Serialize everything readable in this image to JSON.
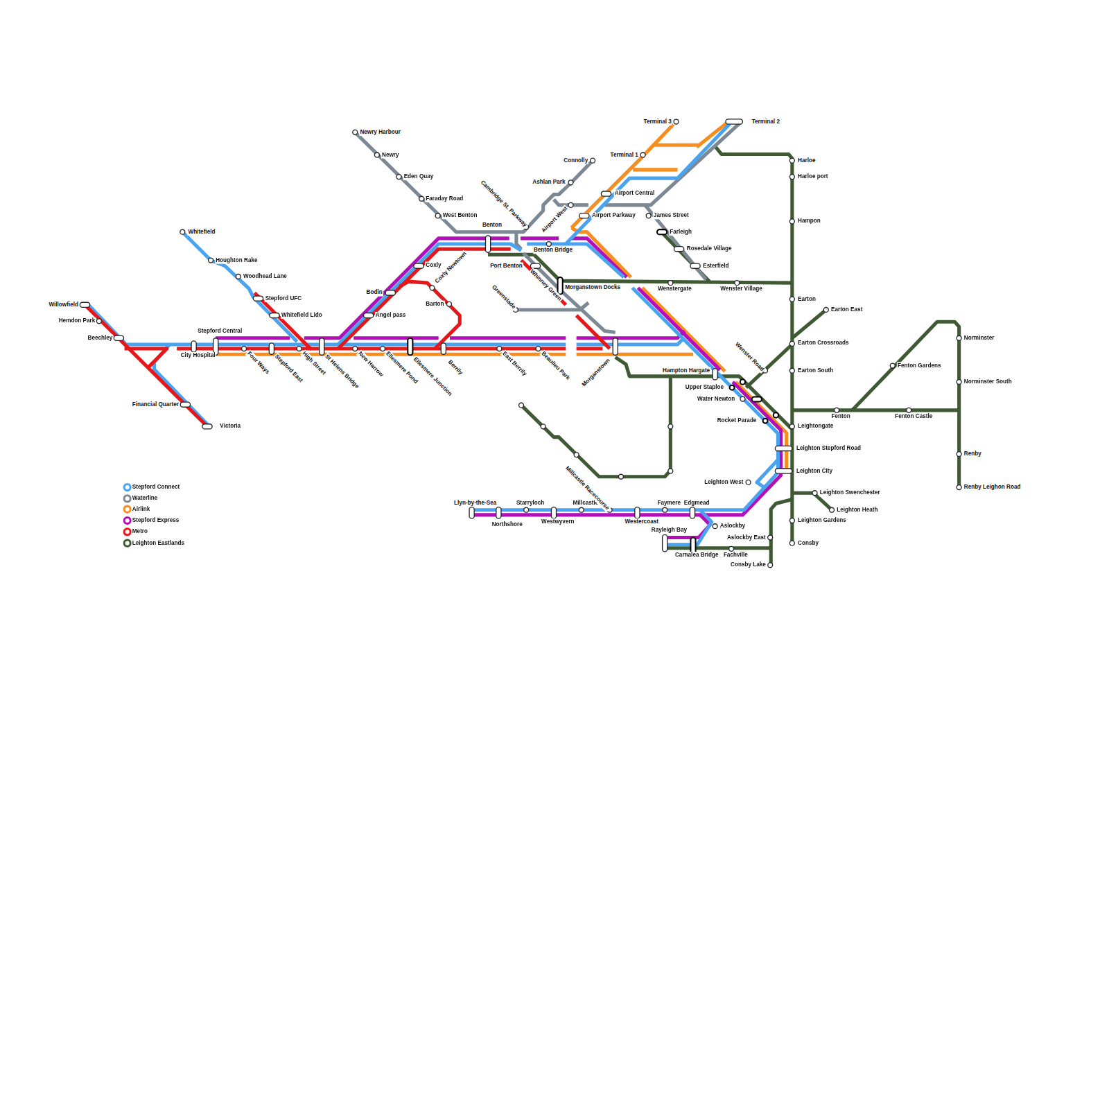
{
  "diagram": {
    "labels": [
      "Willowfield",
      "Hemdon Park",
      "Beechley",
      "Financial Quarter",
      "Victoria",
      "Stepford Central",
      "City Hospital",
      "Four Ways",
      "Stepford East",
      "High Street",
      "St Helens Bridge",
      "New Harrow",
      "Ellesmere Pond",
      "Ellesmere Junction",
      "Berrily",
      "East Berrily",
      "Beaulieu Park",
      "Morganstown",
      "Whitefield",
      "Houghton Rake",
      "Woodhead Lane",
      "Stepford UFC",
      "Whitefield Lido",
      "Benton",
      "Newry Harbour",
      "Newry",
      "Eden Quay",
      "Faraday Road",
      "West Benton",
      "Coxly",
      "Coxly Newtown",
      "Bodin",
      "Angel pass",
      "Barton",
      "Cambridge St. Parkway",
      "Ashlan Park",
      "Connolly",
      "Airport West",
      "Benton Bridge",
      "Port Benton",
      "Whinney Green",
      "Greenslade",
      "Morganstown Docks",
      "Terminal 3",
      "Terminal 2",
      "Terminal 1",
      "Airport Central",
      "Airport Parkway",
      "James Street",
      "Farleigh",
      "Rosedale Village",
      "Esterfield",
      "Wenstergate",
      "Wenster Village",
      "Harloe",
      "Harloe port",
      "Hampon",
      "Earton",
      "Earton East",
      "Earton Crossroads",
      "Earton South",
      "Wenster Road",
      "Hampton Hargate",
      "Upper Staploe",
      "Water Newton",
      "Rocket Parade",
      "Leightongate",
      "Leighton Stepford Road",
      "Leighton City",
      "Leighton West",
      "Leighton Swenchester",
      "Leighton Heath",
      "Leighton Gardens",
      "Consby",
      "Aslockby East",
      "Consby Lake",
      "Aslockby",
      "Fenton",
      "Fenton Castle",
      "Fenton Gardens",
      "Norminster",
      "Norminster South",
      "Renby",
      "Renby Leighon Road",
      "Llyn-by-the-Sea",
      "Northshore",
      "Starryloch",
      "Westwyvern",
      "Millcastle",
      "Millcastle Racecourse",
      "Westercoast",
      "Faymere",
      "Edgmead",
      "Rayleigh Bay",
      "Carnalea Bridge",
      "Fachville"
    ],
    "legend": [
      {
        "text": "Stepford Connect",
        "color": "#4aa3ef"
      },
      {
        "text": "Waterline",
        "color": "#7c8894"
      },
      {
        "text": "Airlink",
        "color": "#f78d1e"
      },
      {
        "text": "Stepford Express",
        "color": "#b30fb8"
      },
      {
        "text": "Metro",
        "color": "#e4171b"
      },
      {
        "text": "Leighton Eastlands",
        "color": "#3e5933"
      }
    ]
  }
}
